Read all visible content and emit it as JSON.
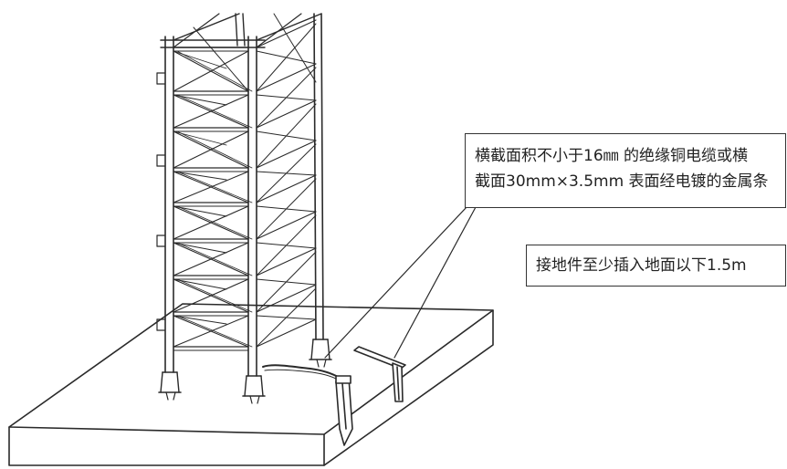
{
  "callouts": {
    "conductor_spec_line1": "横截面积不小于16㎜ 的绝缘铜电缆或横",
    "conductor_spec_line2": "截面30mm×3.5mm 表面经电镀的金属条",
    "ground_rod_depth": "接地件至少插入地面以下1.5m"
  },
  "colors": {
    "line": "#2a2a2a",
    "background": "#ffffff"
  },
  "icons": [
    "tower-mast-section",
    "concrete-foundation",
    "ground-rod",
    "grounding-cable"
  ]
}
